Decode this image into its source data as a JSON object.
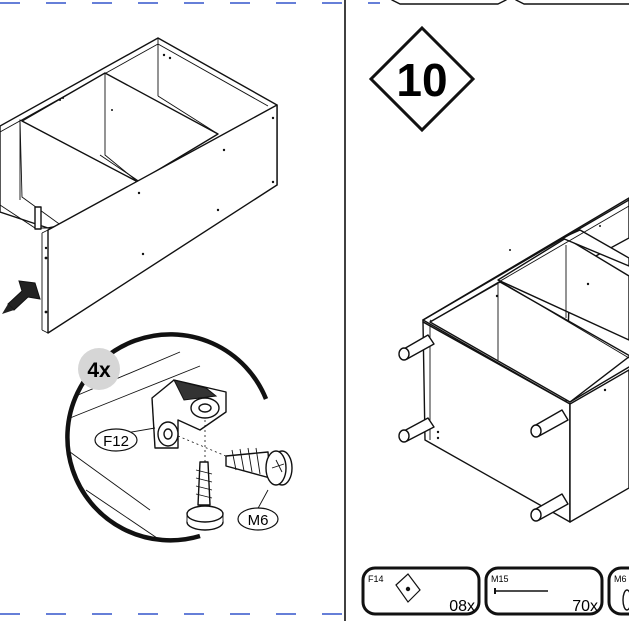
{
  "step": {
    "number": "10"
  },
  "detail": {
    "quantity": "4x",
    "bracket_label": "F12",
    "screw_label": "M6"
  },
  "parts": [
    {
      "code": "F14",
      "qty": "08x",
      "icon": "plate-washer-icon"
    },
    {
      "code": "M15",
      "qty": "70x",
      "icon": "nail-icon"
    },
    {
      "code": "M6",
      "qty": "",
      "icon": "screw-icon"
    }
  ],
  "colors": {
    "line": "#111111",
    "guide": "#3355cc",
    "badge": "#d6d6d6"
  }
}
